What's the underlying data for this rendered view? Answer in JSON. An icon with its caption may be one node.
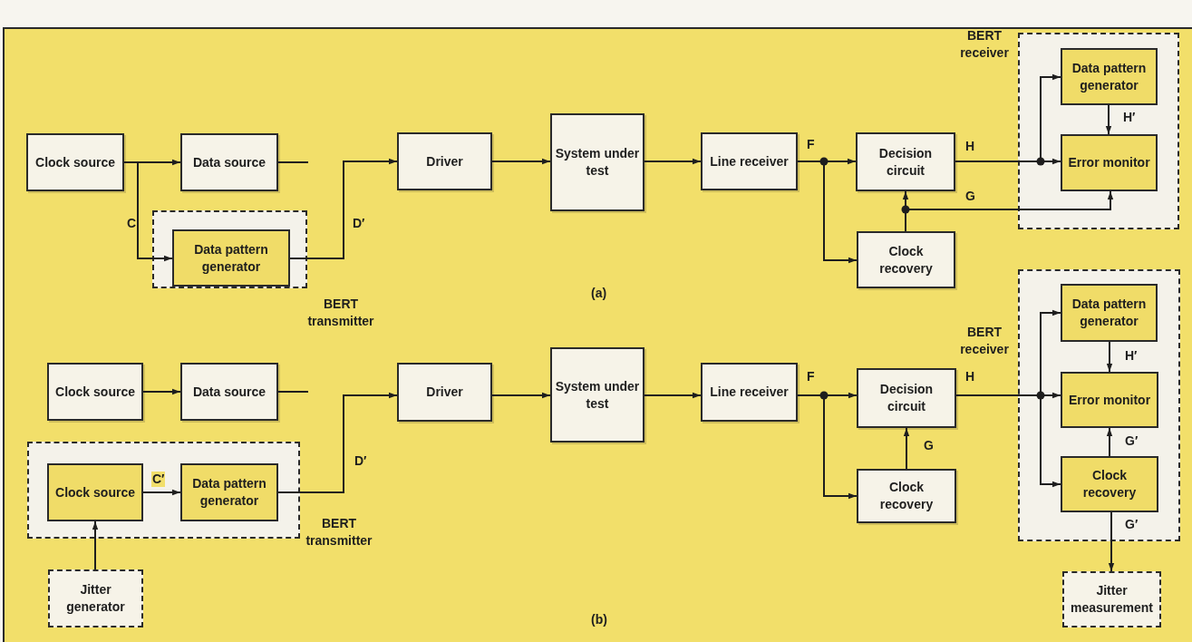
{
  "diagram": {
    "nodes": [
      {
        "text": [
          "Clock source"
        ]
      },
      {
        "text": [
          "Data source"
        ]
      },
      {
        "text": [
          "BERT transmitter"
        ]
      },
      {
        "text": [
          "Data pattern generator"
        ],
        "in": 2
      },
      {
        "text": [
          "Driver"
        ]
      },
      {
        "text": [
          "System under test"
        ]
      },
      {
        "text": [
          "Line receiver"
        ]
      },
      {
        "text": [
          "Decision circuit"
        ]
      },
      {
        "text": [
          "Clock recovery"
        ]
      },
      {
        "text": [
          "BERT receiver"
        ]
      },
      {
        "text": [
          "Data pattern generator"
        ],
        "in": 9
      },
      {
        "text": [
          "Error monitor"
        ],
        "in": 9
      },
      {
        "text": [
          "Clock source"
        ]
      },
      {
        "text": [
          "Data source"
        ]
      },
      {
        "text": [
          "BERT transmitter"
        ]
      },
      {
        "text": [
          "Clock source"
        ],
        "in": 14
      },
      {
        "text": [
          "Data pattern generator"
        ],
        "in": 14
      },
      {
        "text": [
          "Jitter generator"
        ]
      },
      {
        "text": [
          "Driver"
        ]
      },
      {
        "text": [
          "System under test"
        ]
      },
      {
        "text": [
          "Line receiver"
        ]
      },
      {
        "text": [
          "Decision circuit"
        ]
      },
      {
        "text": [
          "Clock recovery"
        ]
      },
      {
        "text": [
          "BERT receiver"
        ]
      },
      {
        "text": [
          "Data pattern generator"
        ],
        "in": 23
      },
      {
        "text": [
          "Error monitor"
        ],
        "in": 23
      },
      {
        "text": [
          "Clock recovery"
        ],
        "in": 23
      },
      {
        "text": [
          "Jitter measurement"
        ]
      }
    ],
    "edges": [
      {
        "from": 0,
        "to": 1,
        "arrow": "to"
      },
      {
        "from": 0,
        "to": 3,
        "arrow": "to",
        "label": "C"
      },
      {
        "from": 1,
        "to": null,
        "arrow": "none"
      },
      {
        "from": 3,
        "to": 4,
        "arrow": "to",
        "label": "D′"
      },
      {
        "from": 4,
        "to": 5,
        "arrow": "to"
      },
      {
        "from": 5,
        "to": 6,
        "arrow": "to"
      },
      {
        "from": 6,
        "to": 7,
        "arrow": "to",
        "label": "F"
      },
      {
        "from": 6,
        "to": 8,
        "arrow": "to"
      },
      {
        "from": 7,
        "to": 10,
        "arrow": "to"
      },
      {
        "from": 7,
        "to": 11,
        "arrow": "to",
        "label": "H"
      },
      {
        "from": 8,
        "to": 7,
        "arrow": "to"
      },
      {
        "from": 8,
        "to": 11,
        "arrow": "to",
        "label": "G"
      },
      {
        "from": 10,
        "to": 11,
        "arrow": "to",
        "label": "H′"
      },
      {
        "from": 12,
        "to": 13,
        "arrow": "to"
      },
      {
        "from": 13,
        "to": null,
        "arrow": "none"
      },
      {
        "from": 15,
        "to": 16,
        "arrow": "to",
        "label": "C′"
      },
      {
        "from": 17,
        "to": 15,
        "arrow": "to"
      },
      {
        "from": 16,
        "to": 18,
        "arrow": "to",
        "label": "D′"
      },
      {
        "from": 18,
        "to": 19,
        "arrow": "to"
      },
      {
        "from": 19,
        "to": 20,
        "arrow": "to"
      },
      {
        "from": 20,
        "to": 21,
        "arrow": "to",
        "label": "F"
      },
      {
        "from": 20,
        "to": 22,
        "arrow": "to"
      },
      {
        "from": 22,
        "to": 21,
        "arrow": "to",
        "label": "G"
      },
      {
        "from": 21,
        "to": 25,
        "arrow": "to",
        "label": "H"
      },
      {
        "from": 21,
        "to": 24,
        "arrow": "to"
      },
      {
        "from": 21,
        "to": 26,
        "arrow": "to"
      },
      {
        "from": 24,
        "to": 25,
        "arrow": "to",
        "label": "H′"
      },
      {
        "from": 26,
        "to": 25,
        "arrow": "to",
        "label": "G′"
      },
      {
        "from": 26,
        "to": 27,
        "arrow": "to",
        "label": "G′"
      }
    ],
    "labels": [
      "(a)",
      "(b)"
    ]
  }
}
